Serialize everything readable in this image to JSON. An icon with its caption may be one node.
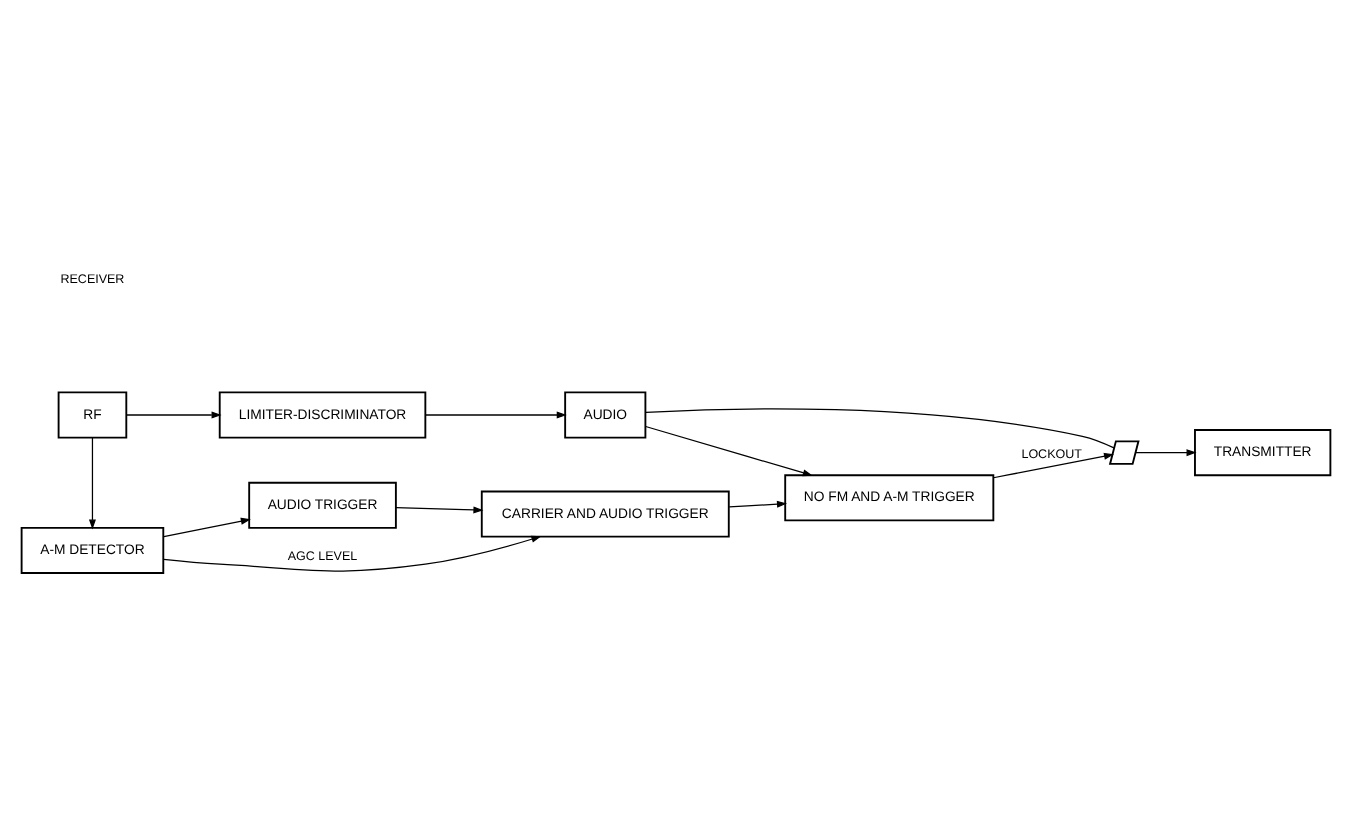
{
  "diagram": {
    "nodes": [
      {
        "text": [
          "RF"
        ]
      },
      {
        "text": [
          "LIMITER-DISCRIMINATOR"
        ]
      },
      {
        "text": [
          "AUDIO"
        ]
      },
      {
        "text": [],
        "shape": "switch"
      },
      {
        "text": [
          "TRANSMITTER"
        ]
      },
      {
        "text": [
          "NO FM AND A-M TRIGGER"
        ]
      },
      {
        "text": [
          "A-M DETECTOR"
        ]
      },
      {
        "text": [
          "AUDIO TRIGGER"
        ]
      },
      {
        "text": [
          "CARRIER AND AUDIO TRIGGER"
        ]
      }
    ],
    "edges": [
      {
        "from": 0,
        "to": 1,
        "arrow": "to"
      },
      {
        "from": 1,
        "to": 2,
        "arrow": "to"
      },
      {
        "from": 2,
        "to": 3,
        "arrow": "none"
      },
      {
        "from": 3,
        "to": 4,
        "arrow": "to"
      },
      {
        "from": 2,
        "to": 5,
        "arrow": "to"
      },
      {
        "from": 5,
        "to": 3,
        "arrow": "to",
        "label": "LOCKOUT"
      },
      {
        "from": 0,
        "to": 6,
        "arrow": "to"
      },
      {
        "from": 6,
        "to": 7,
        "arrow": "to"
      },
      {
        "from": 7,
        "to": 8,
        "arrow": "to"
      },
      {
        "from": 8,
        "to": 5,
        "arrow": "to"
      },
      {
        "from": 6,
        "to": 8,
        "arrow": "to",
        "label": "AGC LEVEL"
      }
    ],
    "labels": [
      "RECEIVER"
    ]
  }
}
